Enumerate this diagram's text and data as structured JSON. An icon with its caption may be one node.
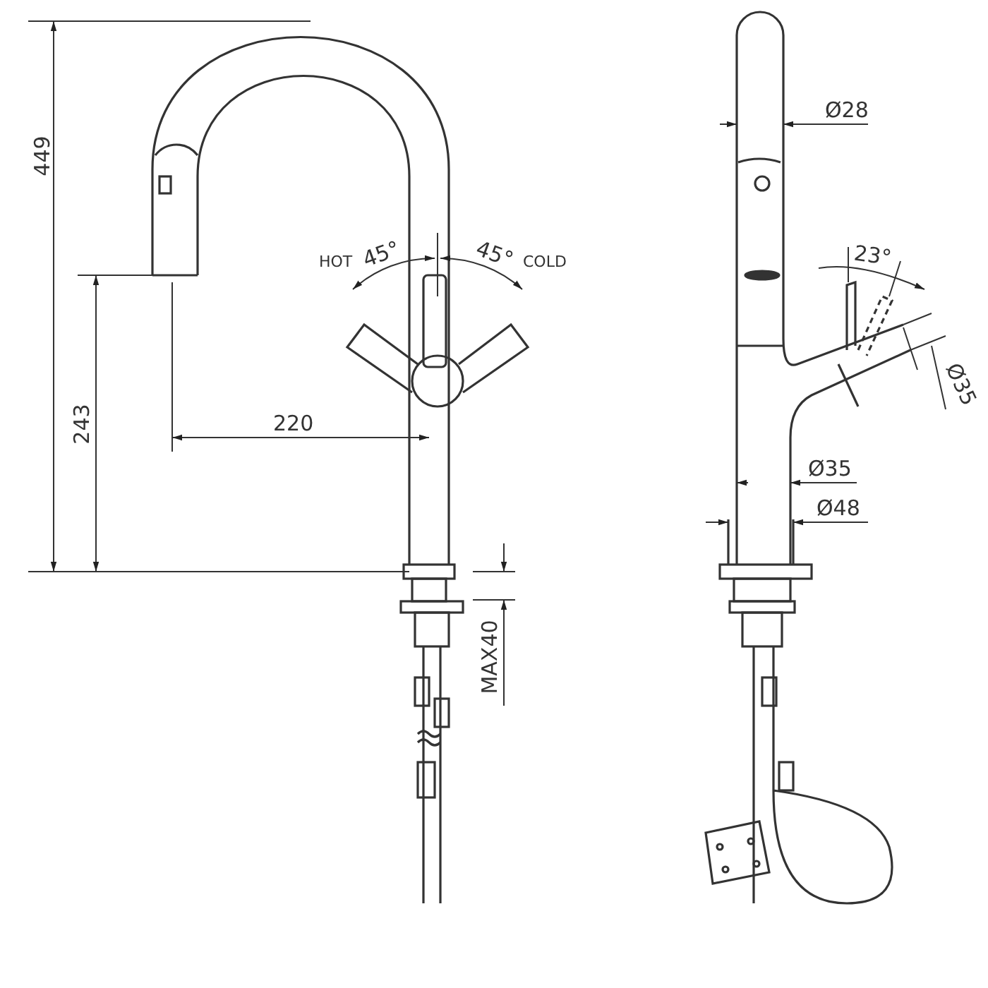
{
  "diagram": {
    "labels": [
      "449",
      "Ø28",
      "HOT",
      "45°",
      "45°",
      "COLD",
      "23°",
      "243",
      "Ø35",
      "220",
      "Ø35",
      "Ø48",
      "MAX40"
    ]
  }
}
